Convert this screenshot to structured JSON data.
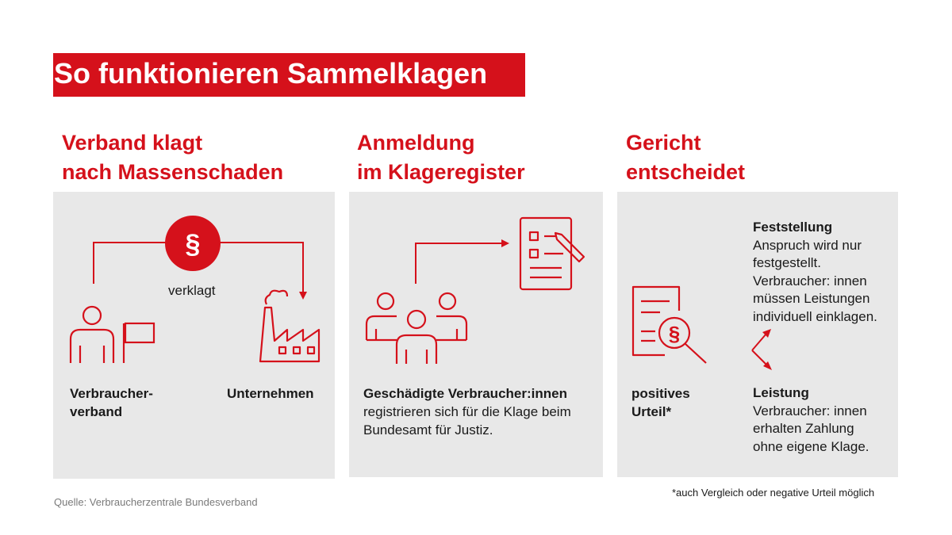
{
  "title": "So funktionieren Sammelklagen",
  "columns": [
    {
      "heading_line1": "Verband klagt",
      "heading_line2": "nach  Massenschaden"
    },
    {
      "heading_line1": "Anmeldung",
      "heading_line2": "im Klageregister"
    },
    {
      "heading_line1": "Gericht",
      "heading_line2": "entscheidet"
    }
  ],
  "panel1": {
    "paragraph_symbol": "§",
    "arrow_label": "verklagt",
    "actor_left_line1": "Verbraucher-",
    "actor_left_line2": "verband",
    "actor_right": "Unternehmen"
  },
  "panel2": {
    "text_bold": "Geschädigte Verbraucher:innen",
    "text_line2": "registrieren sich für die Klage beim",
    "text_line3": "Bundesamt für Justiz."
  },
  "panel3": {
    "icon_symbol": "§",
    "verdict_line1": "positives",
    "verdict_line2": "Urteil*",
    "outcome1_title": "Feststellung",
    "outcome1_lines": [
      "Anspruch wird nur",
      "festgestellt.",
      "Verbraucher: innen",
      "müssen Leistungen",
      "individuell einklagen."
    ],
    "outcome2_title": "Leistung",
    "outcome2_lines": [
      "Verbraucher: innen",
      "erhalten Zahlung",
      "ohne eigene Klage."
    ]
  },
  "footnote": "*auch Vergleich oder negative Urteil möglich",
  "source": "Quelle: Verbraucherzentrale Bundesverband",
  "colors": {
    "accent": "#d5111b",
    "panel": "#e8e8e8",
    "text": "#1a1a1a",
    "muted": "#7a7a7a"
  }
}
